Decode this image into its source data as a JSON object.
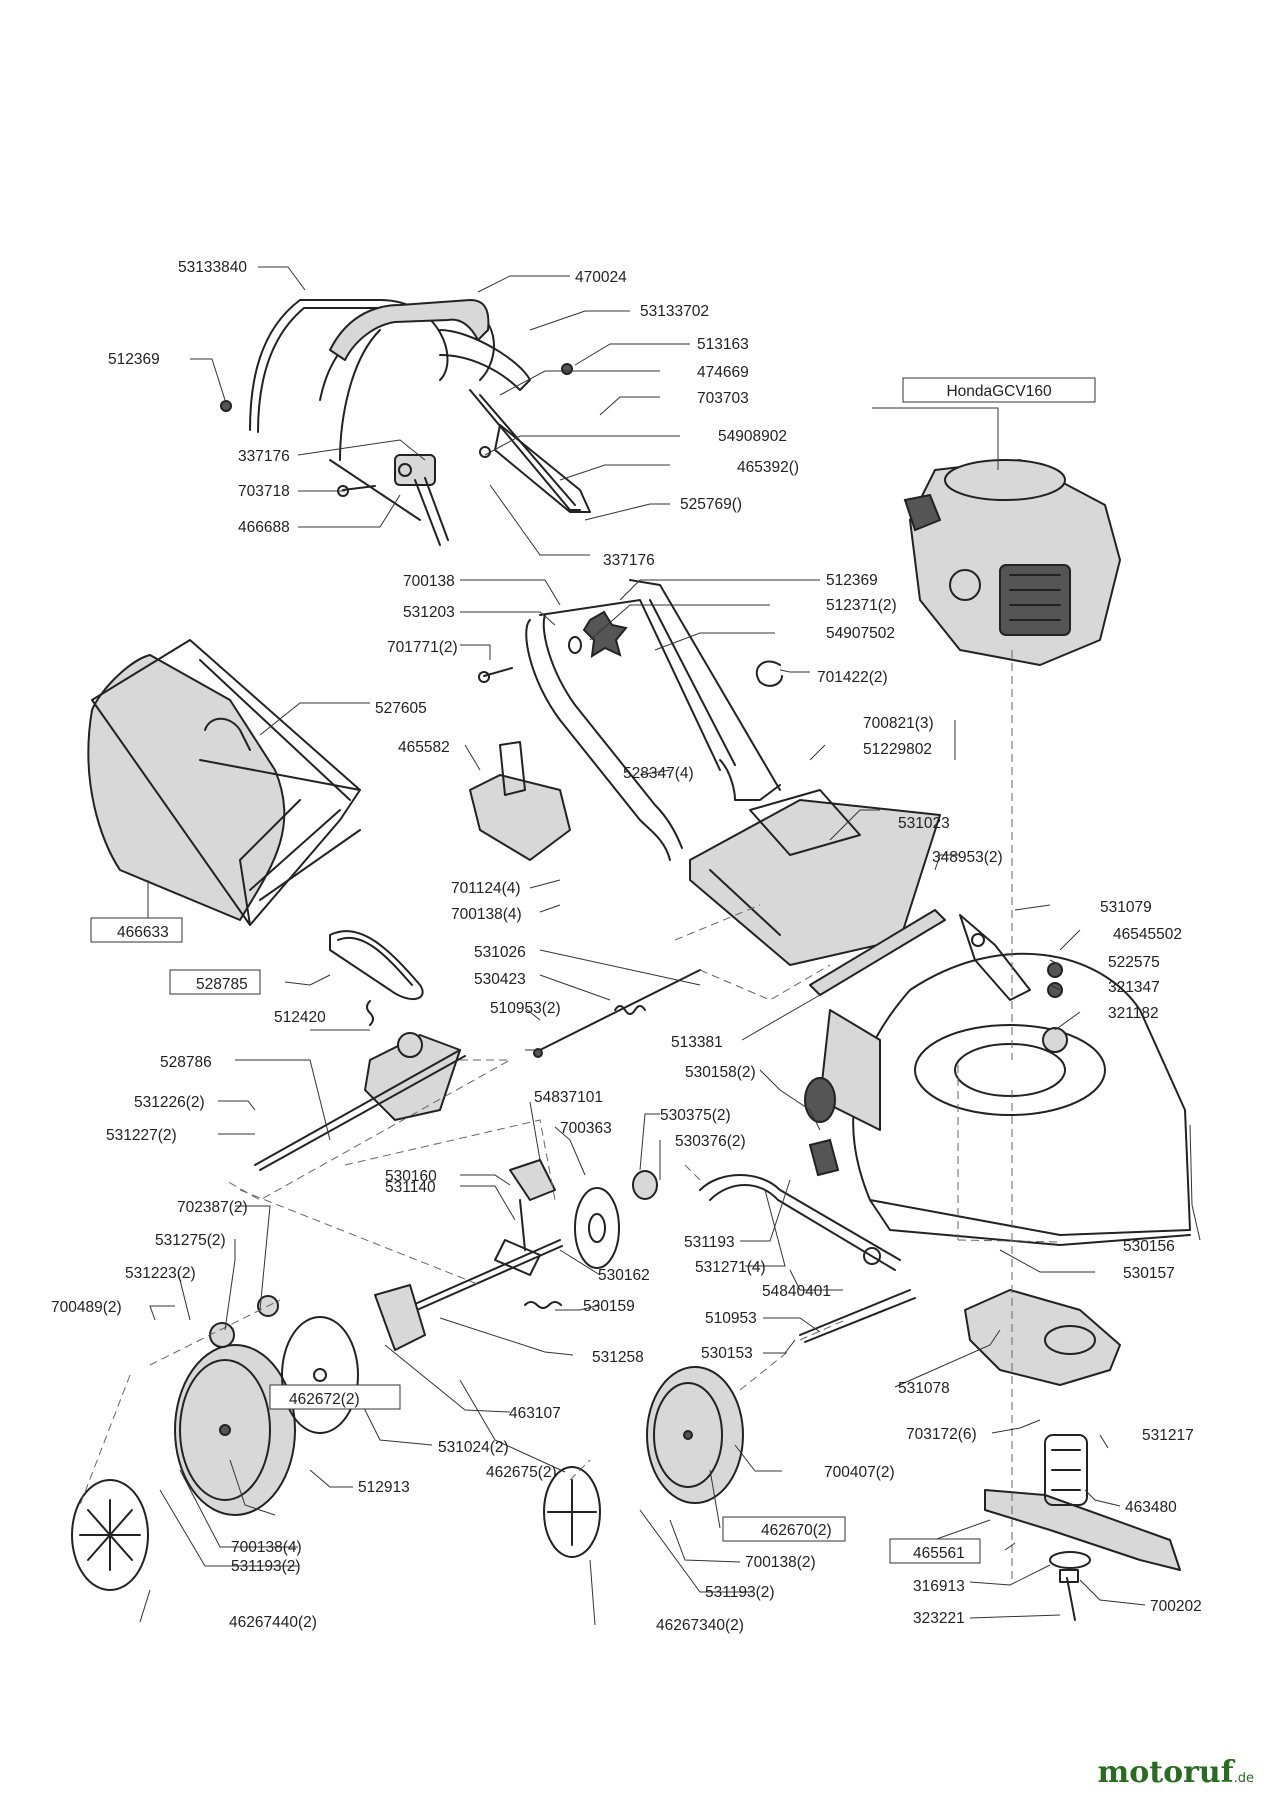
{
  "engine_label": "HondaGCV160",
  "watermark": {
    "main": "motoruf",
    "suffix": ".de"
  },
  "labels": {
    "l01": "53133840",
    "l02": "470024",
    "l03": "53133702",
    "l04": "513163",
    "l05": "512369",
    "l06": "474669",
    "l07": "703703",
    "l08": "54908902",
    "l09": "337176",
    "l10": "465392()",
    "l11": "703718",
    "l12": "525769()",
    "l13": "466688",
    "l14": "337176",
    "l15": "700138",
    "l16": "512369",
    "l17": "531203",
    "l18": "512371(2)",
    "l19": "54907502",
    "l20": "701771(2)",
    "l21": "701422(2)",
    "l22": "527605",
    "l23": "700821(3)",
    "l24": "465582",
    "l25": "51229802",
    "l26": "528347(4)",
    "l27": "531023",
    "l28": "348953(2)",
    "l29": "701124(4)",
    "l30": "700138(4)",
    "l31": "466633",
    "l32": "531079",
    "l33": "46545502",
    "l34": "522575",
    "l35": "531026",
    "l36": "321347",
    "l37": "530423",
    "l38": "528785",
    "l39": "321182",
    "l40": "510953(2)",
    "l41": "512420",
    "l42": "513381",
    "l43": "528786",
    "l44": "530158(2)",
    "l45": "54837101",
    "l46": "531226(2)",
    "l47": "700363",
    "l48": "530375(2)",
    "l49": "531227(2)",
    "l50": "530376(2)",
    "l51": "530160",
    "l52": "531140",
    "l53": "702387(2)",
    "l54": "531193",
    "l55": "530156",
    "l56": "531275(2)",
    "l57": "531271(4)",
    "l58": "530162",
    "l59": "530157",
    "l60": "531223(2)",
    "l61": "54840401",
    "l62": "700489(2)",
    "l63": "530159",
    "l64": "510953",
    "l65": "531258",
    "l66": "530153",
    "l67": "463107",
    "l68": "531078",
    "l69": "531024(2)",
    "l70": "703172(6)",
    "l71": "531217",
    "l72": "462675(2)",
    "l73": "512913",
    "l74": "700407(2)",
    "l75": "462672(2)",
    "l76": "463480",
    "l77": "462670(2)",
    "l78": "465561",
    "l79": "700138(4)",
    "l80": "531193(2)",
    "l81": "700138(2)",
    "l82": "316913",
    "l83": "700202",
    "l84": "531193(2)",
    "l85": "323221",
    "l86": "46267440(2)",
    "l87": "46267340(2)"
  }
}
